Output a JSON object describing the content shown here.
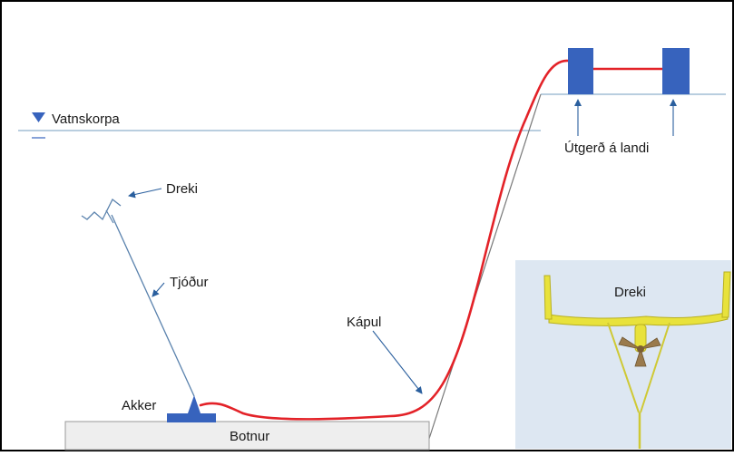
{
  "labels": {
    "surface": "Vatnskorpa",
    "kite": "Dreki",
    "tether": "Tjóður",
    "cable": "Kápul",
    "anchor": "Akker",
    "seabed": "Botnur",
    "onshore": "Útgerð á landi",
    "inset_kite": "Dreki"
  },
  "colors": {
    "frame": "#000000",
    "water_line": "#8fb0cc",
    "arrow": "#2a5f9e",
    "tether": "#5a82ad",
    "cable": "#e32228",
    "station": "#3763bd",
    "seabed_fill": "#eeeeee",
    "inset_bg": "#dde7f2",
    "inset_kite": "#e8e23c",
    "inset_rotor": "#9a7a4c"
  },
  "icons": {
    "surface_marker": "triangle-down-icon",
    "anchor": "triangle-anchor-icon"
  }
}
